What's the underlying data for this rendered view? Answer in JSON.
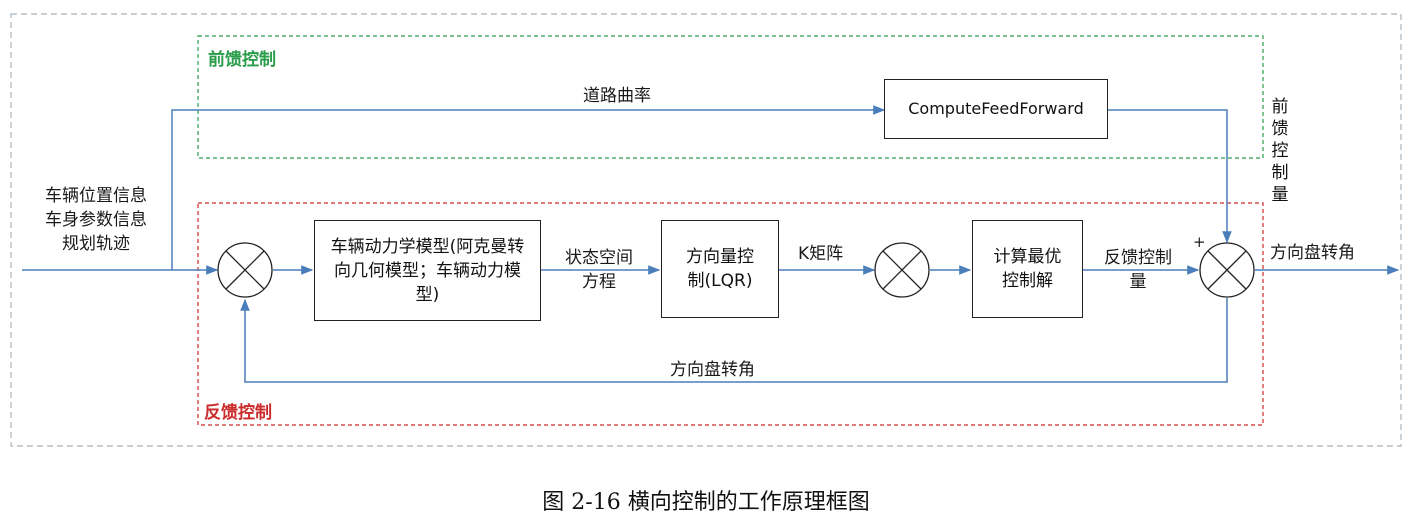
{
  "regions": {
    "feedforward_title": "前馈控制",
    "feedback_title": "反馈控制",
    "feedforward_color": "#2a9d4a",
    "feedback_color": "#cc2b2b"
  },
  "inputs": {
    "line1": "车辆位置信息",
    "line2": "车身参数信息",
    "line3": "规划轨迹"
  },
  "blocks": {
    "feedforward": "ComputeFeedForward",
    "dynamics": "车辆动力学模型(阿克曼转向几何模型；车辆动力模型)",
    "lqr": "方向量控制(LQR)",
    "optimal": "计算最优控制解"
  },
  "signals": {
    "road_curvature": "道路曲率",
    "feedforward_qty": "前馈控制量",
    "state_space": "状态空间方程",
    "k_matrix": "K矩阵",
    "feedback_qty": "反馈控制量",
    "steering_out": "方向盘转角",
    "steering_feedback": "方向盘转角",
    "plus_sign": "+"
  },
  "caption": "图 2-16 横向控制的工作原理框图",
  "colors": {
    "arrow": "#4a7ebb",
    "outer_border": "#a8b4bc"
  }
}
